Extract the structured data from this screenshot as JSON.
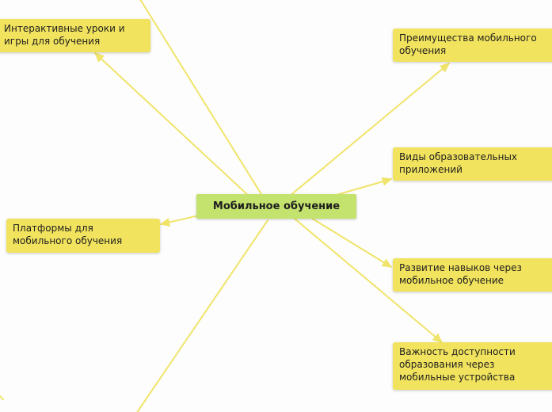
{
  "mindmap": {
    "root": {
      "label": "Мобильное обучение"
    },
    "topics": [
      {
        "id": "interactive",
        "label": "Интерактивные уроки и игры для обучения"
      },
      {
        "id": "advantages",
        "label": "Преимущества мобильного обучения"
      },
      {
        "id": "types",
        "label": "Виды образовательных приложений"
      },
      {
        "id": "platforms",
        "label": "Платформы для мобильного обучения"
      },
      {
        "id": "skills",
        "label": "Развитие навыков через мобильное обучение"
      },
      {
        "id": "access",
        "label": "Важность доступности образования через мобильные устройства"
      }
    ]
  },
  "colors": {
    "topic_fill": "#f2e35e",
    "root_fill": "#c4e36e",
    "connector": "#f0e46a",
    "background": "#fdfdfd"
  }
}
